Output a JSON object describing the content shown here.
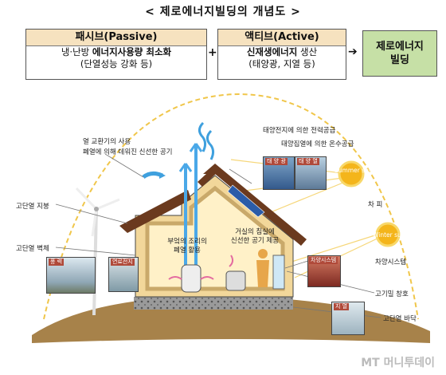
{
  "title": "< 제로에너지빌딩의 개념도 >",
  "passive": {
    "head": "패시브(Passive)",
    "line1_pre": "냉·난방 ",
    "line1_bold": "에너지사용량 최소화",
    "line2": "(단열성능 강화 등)"
  },
  "plus": "+",
  "active": {
    "head": "액티브(Active)",
    "line1_bold": "신재생에너지",
    "line1_post": " 생산",
    "line2": "(태양광, 지열 등)"
  },
  "arrow": "➔",
  "result": {
    "line1": "제로에너지",
    "line2": "빌딩"
  },
  "labels": {
    "heat_recovery_1": "열 교환기의 사용",
    "heat_recovery_2": "폐열에 의해 데워진 신선한 공기",
    "solar_pv": "태양전지에 의한 전력공급",
    "solar_thermal": "태양집열에 의한 온수공급",
    "summer_sun": "Summer sun",
    "winter_sun": "Winter sun",
    "shading": "차 피",
    "insulated_roof": "고단열 지붕",
    "insulated_wall": "고단열 벽체",
    "waste_heat_1": "부엌의 조리의",
    "waste_heat_2": "폐열 활용",
    "living_1": "거실의 침실에",
    "living_2": "신선한 공기 제공",
    "sun_system": "차양시스템",
    "airtight_window": "고기밀 창호",
    "insulated_floor": "고단열 바닥"
  },
  "photo_tags": {
    "pv": "태 양 광",
    "thermal": "태 양 열",
    "wind": "풍 력",
    "fuel_cell": "연료전지",
    "shade": "차양시스템",
    "geo": "지 열"
  },
  "watermark": "MT 머니투데이",
  "colors": {
    "passive_head": "#f6e2bf",
    "result_bg": "#c6e0a6",
    "house_wall": "#f2d79a",
    "roof": "#6b3a1e",
    "ground": "#a7824a"
  }
}
